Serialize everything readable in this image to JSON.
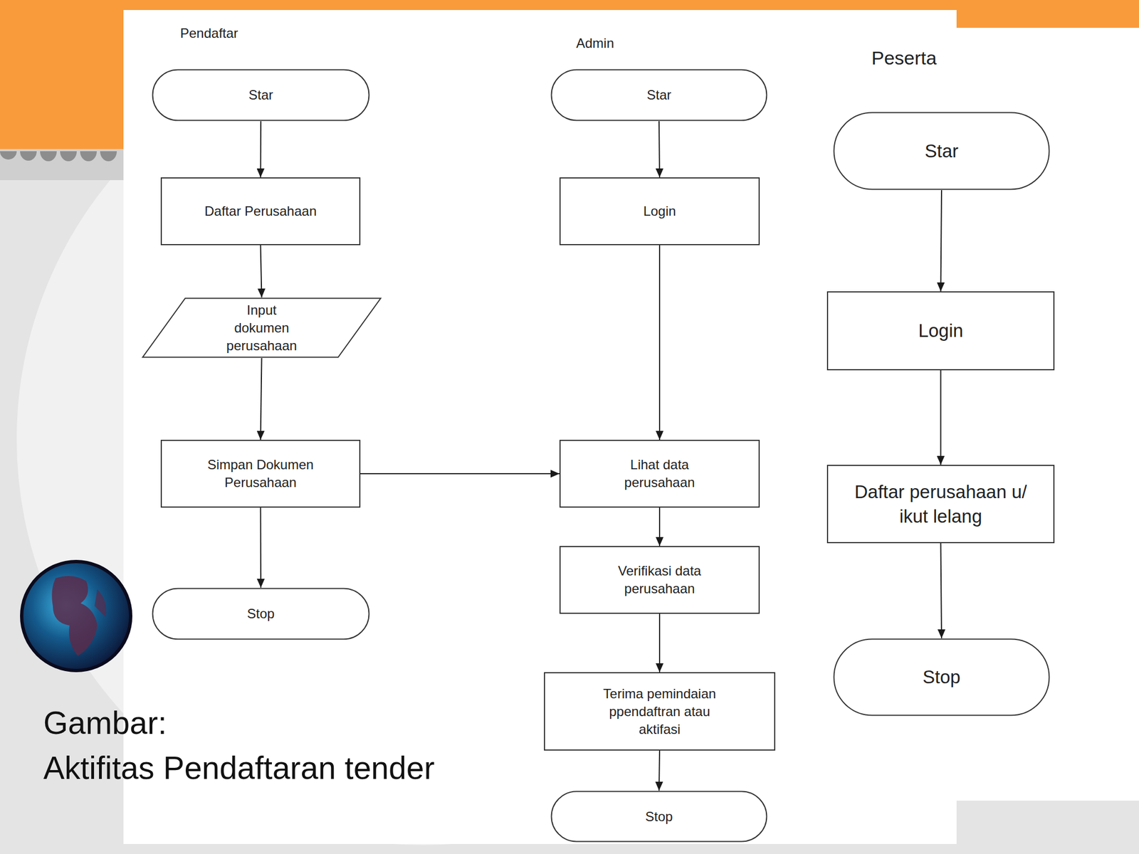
{
  "diagram": {
    "caption": "Gambar: Aktifitas Pendaftaran tender",
    "nodes": [
      {
        "text": [
          "Star"
        ]
      },
      {
        "text": [
          "Daftar Perusahaan"
        ]
      },
      {
        "text": [
          "Input dokumen perusahaan"
        ]
      },
      {
        "text": [
          "Simpan Dokumen Perusahaan"
        ]
      },
      {
        "text": [
          "Stop"
        ]
      },
      {
        "text": [
          "Star"
        ]
      },
      {
        "text": [
          "Login"
        ]
      },
      {
        "text": [
          "Lihat data perusahaan"
        ]
      },
      {
        "text": [
          "Verifikasi data perusahaan"
        ]
      },
      {
        "text": [
          "Terima pemindaian ppendaftran atau aktifasi"
        ]
      },
      {
        "text": [
          "Stop"
        ]
      },
      {
        "text": [
          "Star"
        ]
      },
      {
        "text": [
          "Login"
        ]
      },
      {
        "text": [
          "Daftar perusahaan u/ ikut lelang"
        ]
      },
      {
        "text": [
          "Stop"
        ]
      }
    ],
    "edges": [
      {
        "from": 0,
        "to": 1,
        "arrow": "to"
      },
      {
        "from": 1,
        "to": 2,
        "arrow": "to"
      },
      {
        "from": 2,
        "to": 3,
        "arrow": "to"
      },
      {
        "from": 3,
        "to": 4,
        "arrow": "to"
      },
      {
        "from": 3,
        "to": 7,
        "arrow": "to"
      },
      {
        "from": 5,
        "to": 6,
        "arrow": "to"
      },
      {
        "from": 6,
        "to": 7,
        "arrow": "to"
      },
      {
        "from": 7,
        "to": 8,
        "arrow": "to"
      },
      {
        "from": 8,
        "to": 9,
        "arrow": "to"
      },
      {
        "from": 9,
        "to": 10,
        "arrow": "to"
      },
      {
        "from": 11,
        "to": 12,
        "arrow": "to"
      },
      {
        "from": 12,
        "to": 13,
        "arrow": "to"
      },
      {
        "from": 13,
        "to": 14,
        "arrow": "to"
      }
    ],
    "labels": [
      "Pendaftar",
      "Admin",
      "Peserta"
    ]
  }
}
